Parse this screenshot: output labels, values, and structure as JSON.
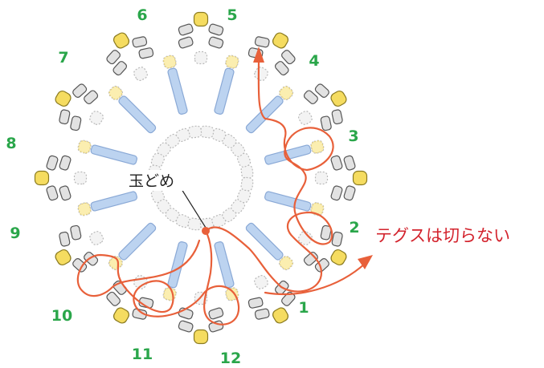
{
  "diagram": {
    "center_label": "玉どめ",
    "note_label": "テグスは切らない",
    "petal_numbers": [
      "1",
      "2",
      "3",
      "4",
      "5",
      "6",
      "7",
      "8",
      "9",
      "10",
      "11",
      "12"
    ],
    "colors": {
      "number": "#2aa64a",
      "thread": "#e8603a",
      "note": "#d3232d",
      "stick_bead": "#bcd3f0",
      "accent_bead": "#f5dc60",
      "dashed_accent_bead": "#fbeeb0",
      "gray_bead": "#e2e2e2",
      "white_bead": "#f3f3f3"
    }
  }
}
